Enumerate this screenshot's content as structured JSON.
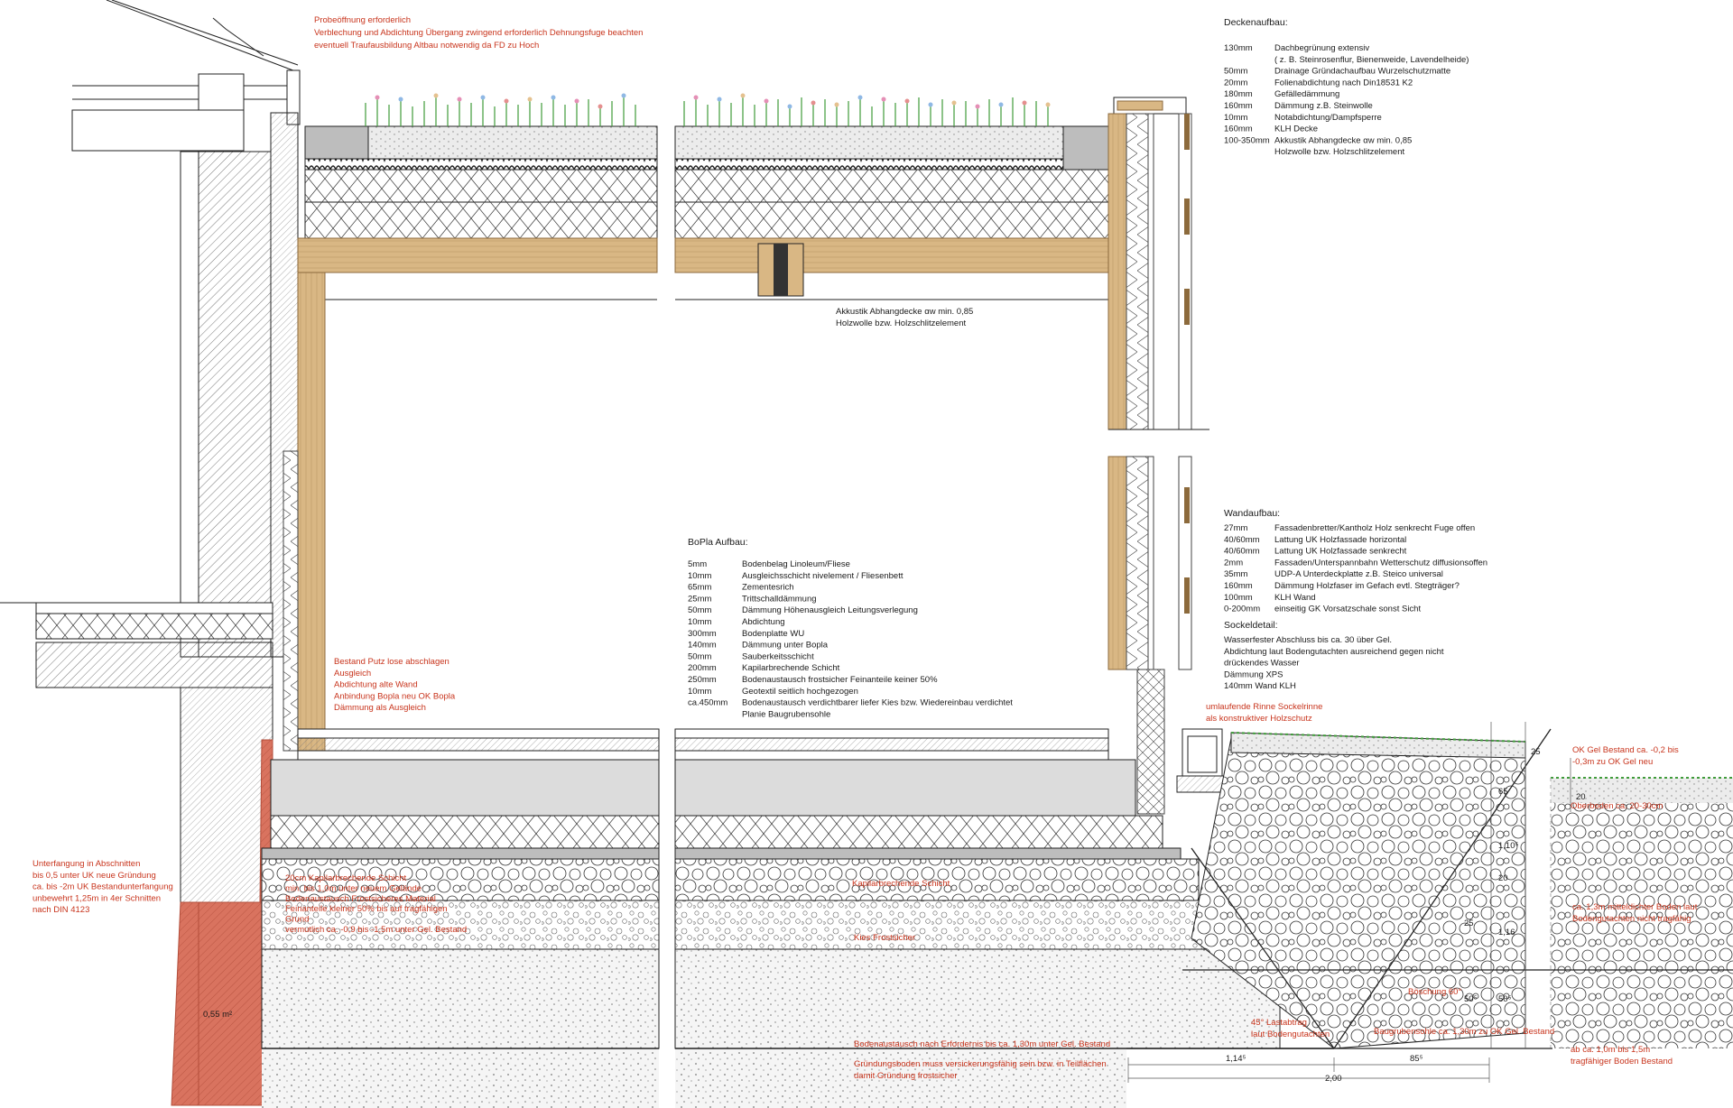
{
  "deckenaufbau": {
    "title": "Deckenaufbau:",
    "rows": [
      {
        "t": "130mm",
        "d": "Dachbegrünung extensiv"
      },
      {
        "t": "",
        "d": "( z. B. Steinrosenflur, Bienenweide, Lavendelheide)"
      },
      {
        "t": "50mm",
        "d": "Drainage Gründachaufbau Wurzelschutzmatte"
      },
      {
        "t": "20mm",
        "d": "Folienabdichtung nach Din18531 K2"
      },
      {
        "t": "180mm",
        "d": "Gefälledämmung"
      },
      {
        "t": "160mm",
        "d": "Dämmung z.B. Steinwolle"
      },
      {
        "t": "10mm",
        "d": "Notabdichtung/Dampfsperre"
      },
      {
        "t": "160mm",
        "d": "KLH Decke"
      },
      {
        "t": "100-350mm",
        "d": "Akkustik Abhangdecke αw min. 0,85"
      },
      {
        "t": "",
        "d": "Holzwolle bzw. Holzschlitzelement"
      }
    ]
  },
  "wandaufbau": {
    "title": "Wandaufbau:",
    "rows": [
      {
        "t": "27mm",
        "d": "Fassadenbretter/Kantholz Holz senkrecht Fuge offen"
      },
      {
        "t": "40/60mm",
        "d": "Lattung UK Holzfassade horizontal"
      },
      {
        "t": "40/60mm",
        "d": "Lattung UK Holzfassade senkrecht"
      },
      {
        "t": "2mm",
        "d": "Fassaden/Unterspannbahn Wetterschutz diffusionsoffen"
      },
      {
        "t": "35mm",
        "d": "UDP-A Unterdeckplatte z.B. Steico universal"
      },
      {
        "t": "160mm",
        "d": "Dämmung Holzfaser im Gefach evtl. Stegträger?"
      },
      {
        "t": "100mm",
        "d": "KLH Wand"
      },
      {
        "t": "0-200mm",
        "d": "einseitig GK Vorsatzschale sonst Sicht"
      }
    ]
  },
  "sockeldetail": {
    "title": "Sockeldetail:",
    "lines": [
      "Wasserfester Abschluss bis ca. 30 über Gel.",
      "Abdichtung laut Bodengutachten ausreichend gegen nicht",
      "drückendes Wasser",
      "Dämmung XPS",
      "140mm Wand KLH"
    ]
  },
  "bopla": {
    "title": "BoPla Aufbau:",
    "rows": [
      {
        "t": "5mm",
        "d": "Bodenbelag Linoleum/Fliese"
      },
      {
        "t": "10mm",
        "d": "Ausgleichsschicht nivelement / Fliesenbett"
      },
      {
        "t": "65mm",
        "d": "Zementesrich"
      },
      {
        "t": "25mm",
        "d": "Trittschalldämmung"
      },
      {
        "t": "50mm",
        "d": "Dämmung Höhenausgleich Leitungsverlegung"
      },
      {
        "t": "10mm",
        "d": "Abdichtung"
      },
      {
        "t": "300mm",
        "d": "Bodenplatte WU"
      },
      {
        "t": "140mm",
        "d": "Dämmung unter Bopla"
      },
      {
        "t": "50mm",
        "d": "Sauberkeitsschicht"
      },
      {
        "t": "200mm",
        "d": "Kapilarbrechende Schicht"
      },
      {
        "t": "250mm",
        "d": "Bodenaustausch frostsicher Feinanteile keiner 50%"
      },
      {
        "t": "10mm",
        "d": "Geotextil seitlich hochgezogen"
      },
      {
        "t": "ca.450mm",
        "d": "Bodenaustausch verdichtbarer liefer Kies bzw. Wiedereinbau verdichtet"
      },
      {
        "t": "",
        "d": "Planie Baugrubensohle"
      }
    ]
  },
  "akustik": {
    "line1": "Akkustik Abhangdecke αw min. 0,85",
    "line2": "Holzwolle bzw. Holzschlitzelement"
  },
  "notes": {
    "probe": [
      "Probeöffnung erforderlich",
      "Verblechung und Abdichtung Übergang zwingend erforderlich Dehnungsfuge beachten",
      "eventuell Traufausbildung Altbau notwendig da FD zu Hoch"
    ],
    "bestand": [
      "Bestand Putz lose abschlagen",
      "Ausgleich",
      "Abdichtung alte Wand",
      "Anbindung Bopla neu OK Bopla",
      "Dämmung als Ausgleich"
    ],
    "unterfangung": [
      "Unterfangung in Abschnitten",
      "bis 0,5 unter UK neue Gründung",
      "ca. bis -2m UK Bestandunterfangung",
      "unbewehrt 1,25m in 4er Schnitten",
      "nach DIN 4123"
    ],
    "kapilar_left": [
      "20cm Kapilarbrechende Schicht",
      "min. bis 1,0m unter neuem Gelände",
      "Bodenaustausch Frostsicheres Material",
      "Feinanteile kleiner 50% bis auf tragfähigen",
      "Grund",
      "vermutlich ca. -0,9 bis -1,5m unter Gel. Bestand"
    ],
    "kapilar_mid": "Kapilarbrechende Schicht",
    "kies": "Kies Frostsicher",
    "bodenaustausch": "Bodenaustausch nach Erfordernis bis ca. 1,30m unter Gel. Bestand",
    "gruendung": [
      "Gründungsboden muss versickerungsfähig sein bzw. in Teilflächen",
      "damit Gründung frostsicher"
    ],
    "rinne": [
      "umlaufende Rinne Sockelrinne",
      "als konstruktiver Holzschutz"
    ],
    "ok_gel": [
      "OK Gel Bestand ca. -0,2 bis",
      "-0,3m zu OK Gel neu"
    ],
    "oberboden": "Oberboden ca. 20-30cm",
    "mittel": [
      "ca. 1,3m mitteldichter Boden laut",
      "Bodengutachten nicht tragfähig"
    ],
    "boeschung": "Böschung 60°",
    "lastabtrag": [
      "45° Lastabtrag",
      "laut Bodengutachten"
    ],
    "sohle": "Baugrubensohle ca. 1,30m zu OK Gel. Bestand",
    "tragfaehig": [
      "ab ca. 1,0m bis 1,5m",
      "tragfähiger Boden Bestand"
    ],
    "area": "0,55 m²"
  },
  "dimensions": {
    "bottom_a": "1,14⁵",
    "bottom_b": "85⁵",
    "bottom_total": "2,00",
    "v_25": "25",
    "v_65": "65",
    "v_110": "1,10⁵",
    "v_20a": "20",
    "v_25b": "25",
    "v_116": "1,16",
    "v_50a": "50⁵",
    "v_50b": "50⁵",
    "v_20b": "20"
  },
  "colors": {
    "wood": "#d9b784",
    "wood_dark": "#8c6a3c",
    "concrete": "#dcdcdc",
    "brick": "#d9735f",
    "annotation_red": "#c8341c",
    "plant_green": "#3f9b3a"
  }
}
